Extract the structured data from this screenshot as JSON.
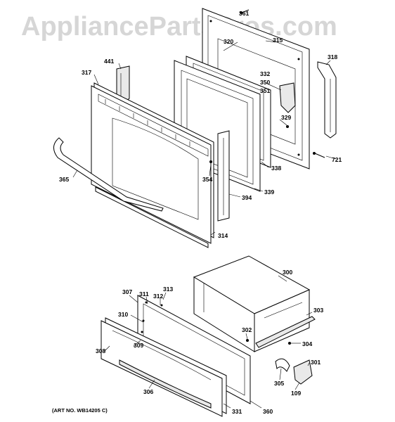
{
  "watermark": "AppliancePartsPros.com",
  "art_number": "(ART NO. WB14205 C)",
  "labels": {
    "p361": "361",
    "p320": "320",
    "p315": "315",
    "p318": "318",
    "p441": "441",
    "p317": "317",
    "p332": "332",
    "p350": "350",
    "p351": "351",
    "p329": "329",
    "p721": "721",
    "p338": "338",
    "p354": "354",
    "p339": "339",
    "p365": "365",
    "p394": "394",
    "p314": "314",
    "p300": "300",
    "p313": "313",
    "p307": "307",
    "p311": "311",
    "p312": "312",
    "p303": "303",
    "p310": "310",
    "p302": "302",
    "p304": "304",
    "p309": "309",
    "p308": "308",
    "p301": "301",
    "p305": "305",
    "p306": "306",
    "p109": "109",
    "p331": "331",
    "p360": "360"
  }
}
